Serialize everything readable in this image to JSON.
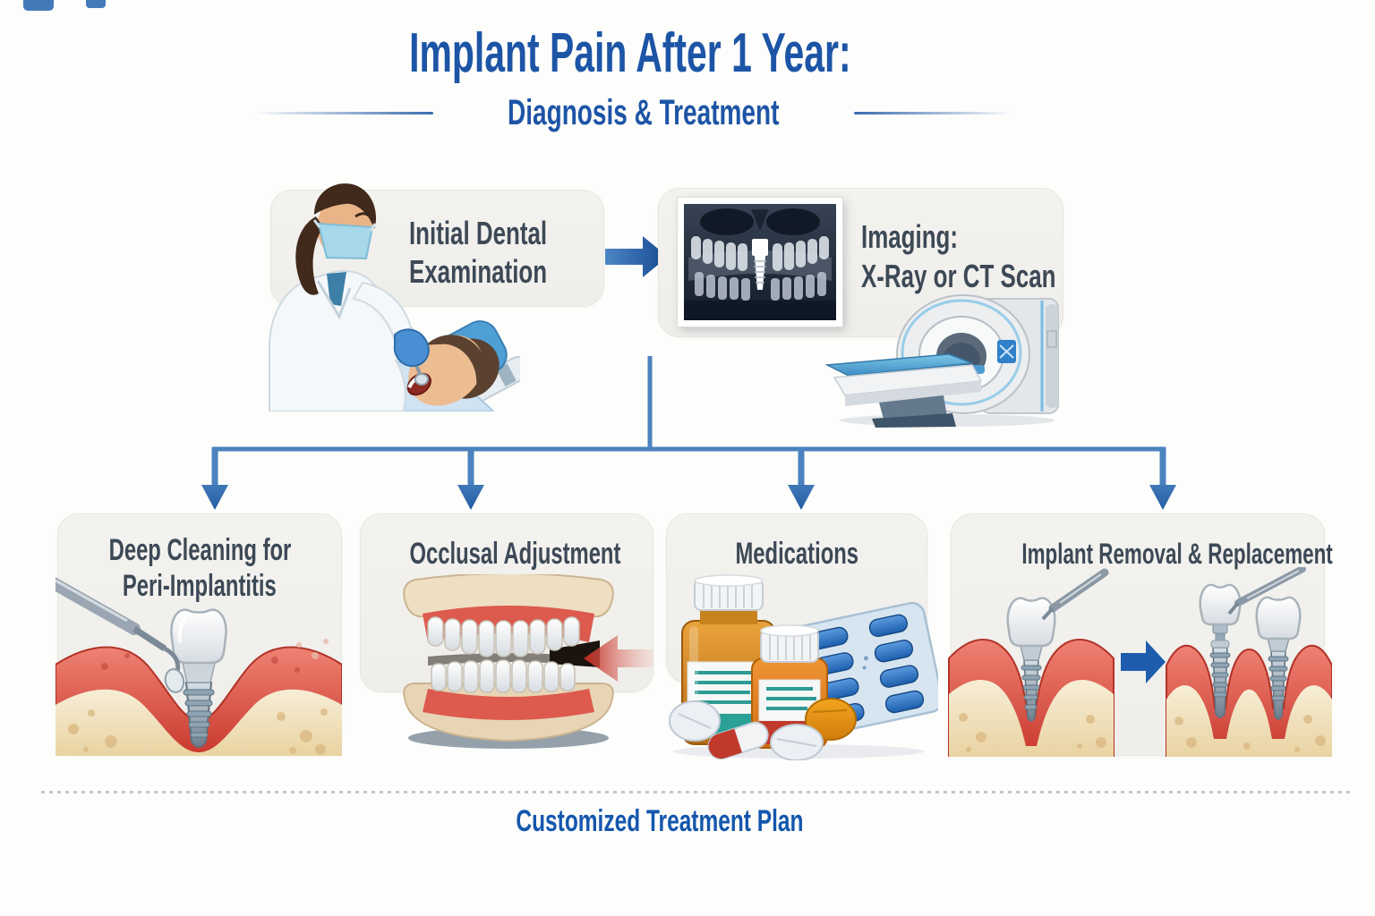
{
  "header": {
    "title": "Implant Pain After 1 Year:",
    "subtitle": "Diagnosis & Treatment"
  },
  "flow": {
    "step1": {
      "label_line1": "Initial Dental",
      "label_line2": "Examination"
    },
    "step2": {
      "label_line1": "Imaging:",
      "label_line2": "X-Ray or CT Scan"
    }
  },
  "treatments": [
    {
      "label_line1": "Deep Cleaning for",
      "label_line2": "Peri-Implantitis"
    },
    {
      "label_line1": "Occlusal Adjustment"
    },
    {
      "label_line1": "Medications"
    },
    {
      "label_line1": "Implant Removal & Replacement"
    }
  ],
  "footer": {
    "label": "Customized Treatment Plan"
  },
  "colors": {
    "title_blue": "#1d55a6",
    "footer_blue": "#1457ad",
    "connector_blue": "#4b83bf",
    "arrow_blue_dark": "#1b4e96",
    "panel_background": "#f1f0ed",
    "panel_text": "#3d4956",
    "gum_red": "#c8382d",
    "bone_beige": "#e9d3a2",
    "alert_red": "#c0281e"
  },
  "icons": {
    "dentist-examination-illustration": "dentist in mask examining reclined patient",
    "right-arrow-icon": "solid blue arrow pointing right",
    "panoramic-xray-image": "dental panoramic x-ray with implant",
    "ct-scanner-illustration": "CT scanner with patient bed",
    "branch-connector": "line splitting into four down arrows",
    "implant-cleaning-illustration": "scaler cleaning implant in inflamed gum",
    "denture-occlusion-illustration": "jaw model with red bite arrow",
    "medications-illustration": "pill bottles, blister pack and tablets",
    "implant-replacement-illustration": "implant removed then replaced, blue arrow"
  }
}
